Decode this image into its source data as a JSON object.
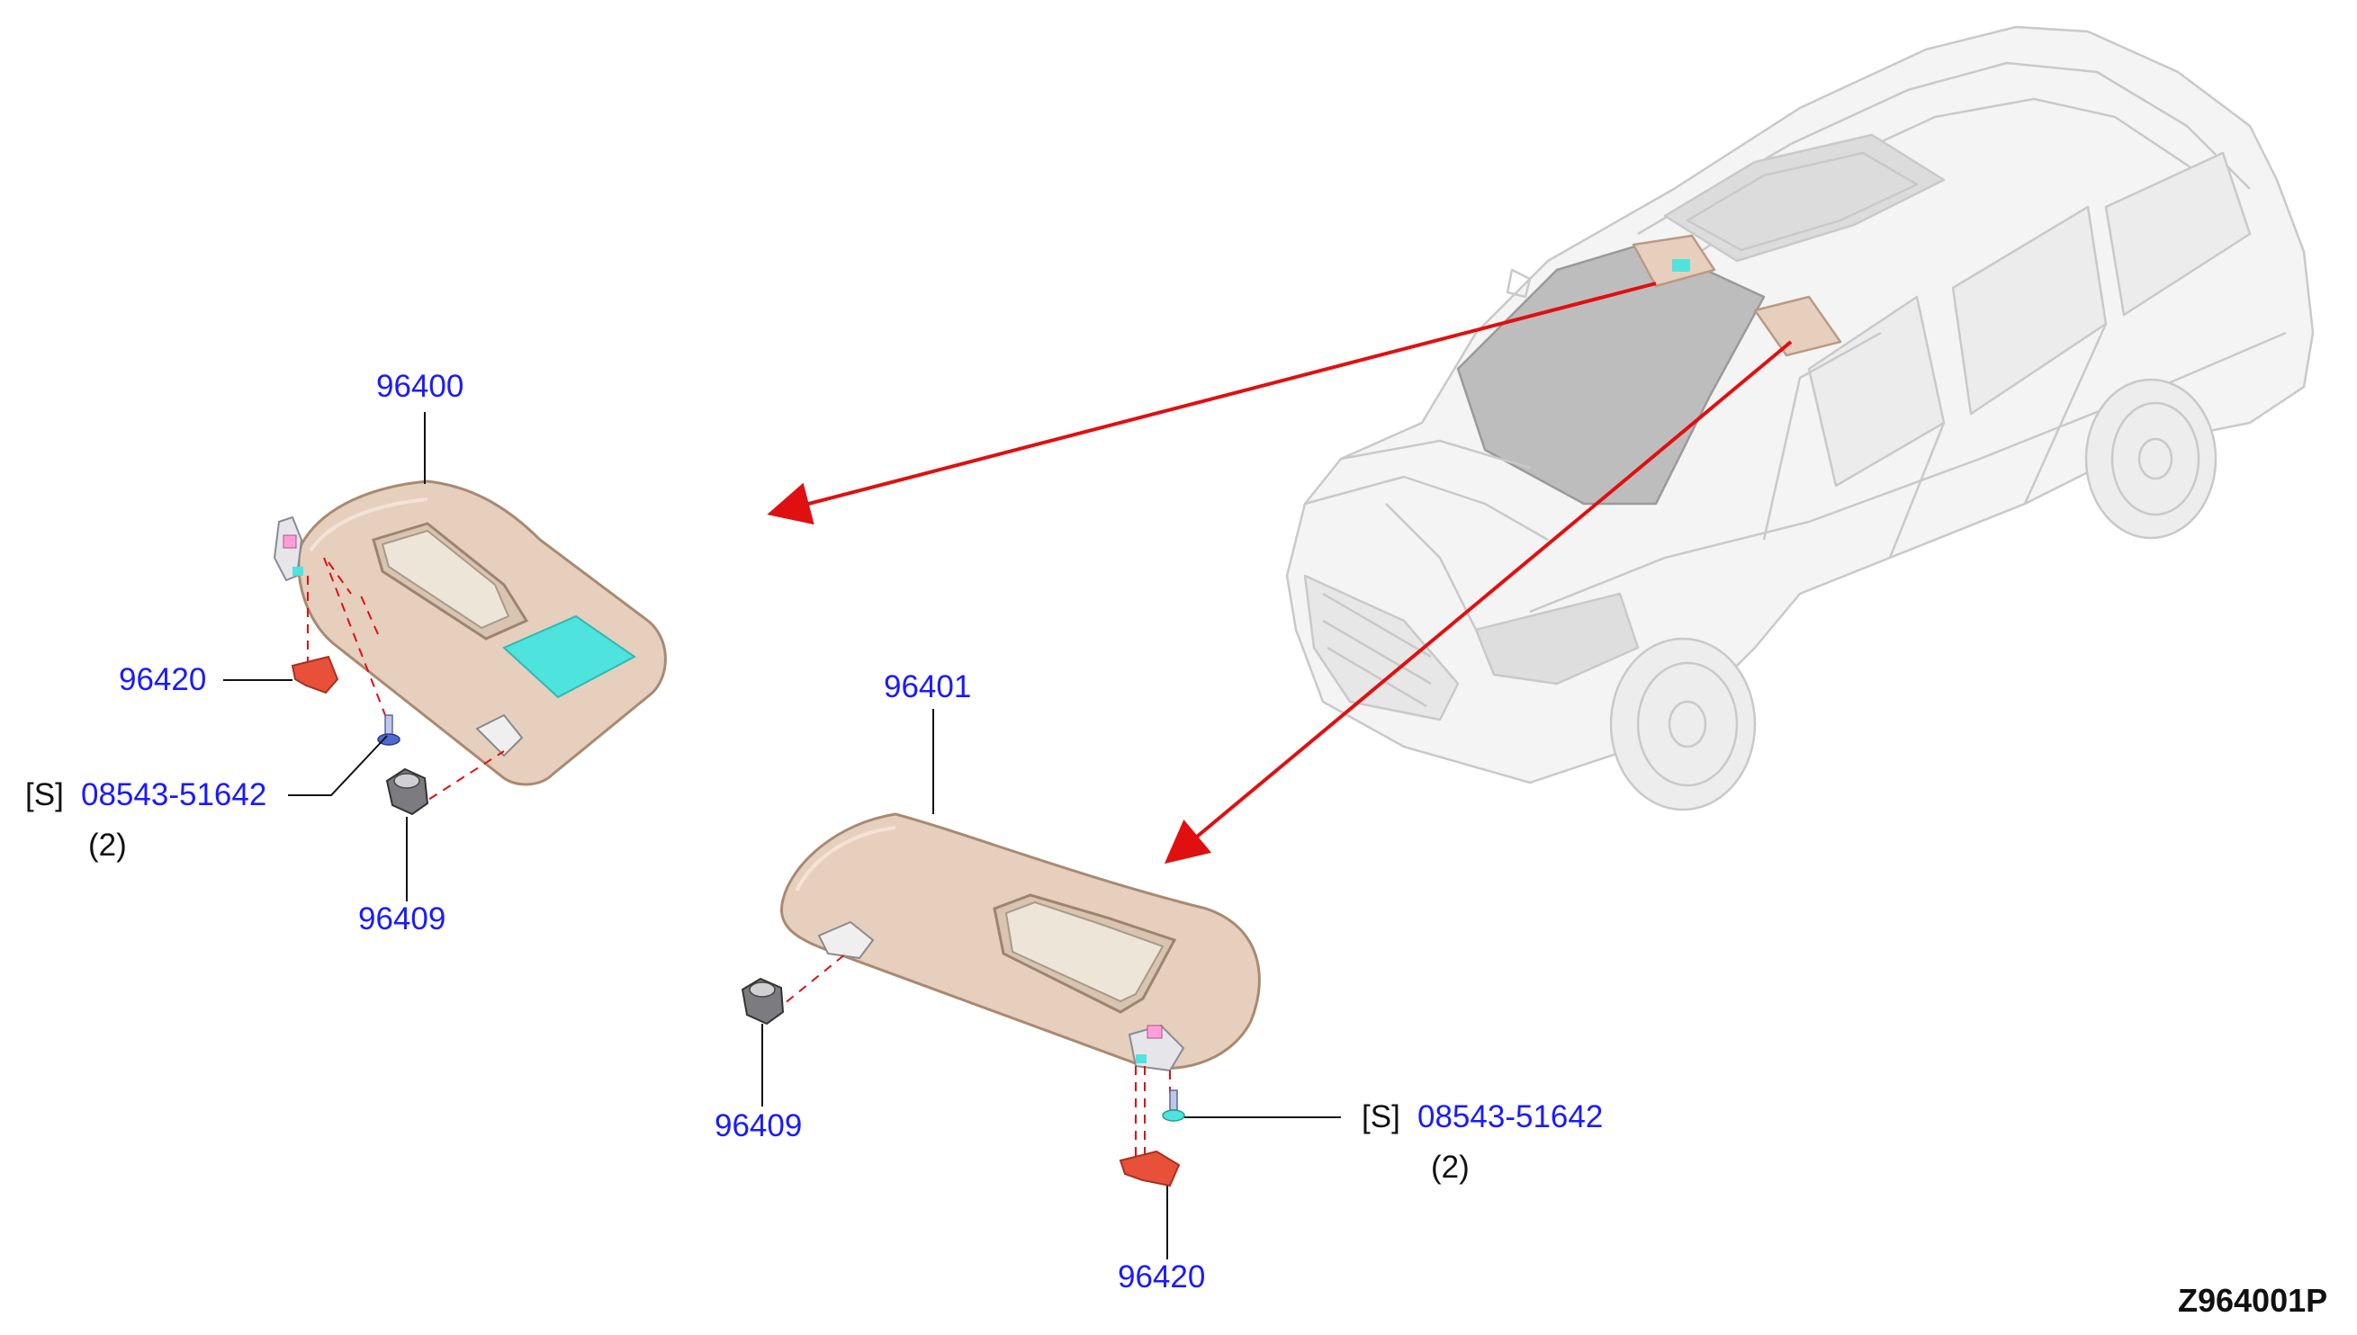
{
  "callouts": {
    "visor_left_part": "96400",
    "visor_right_part": "96401",
    "holder_left": "96409",
    "holder_right": "96409",
    "cover_left": "96420",
    "cover_right": "96420",
    "screw_left_prefix": "[S]",
    "screw_left_part": "08543-51642",
    "screw_left_qty": "(2)",
    "screw_right_prefix": "[S]",
    "screw_right_part": "08543-51642",
    "screw_right_qty": "(2)"
  },
  "diagram_code": "Z964001P",
  "colors": {
    "part_number": "#1a1aff",
    "arrow": "#e01010",
    "visor": "#e7cfbd",
    "mirror_pad": "#4fe3dd",
    "cover_clip": "#e8503a"
  },
  "icons": [
    "car-outline-icon",
    "sun-visor-icon",
    "holder-clip-icon",
    "screw-icon",
    "cover-clip-icon",
    "pointer-arrow-icon"
  ]
}
